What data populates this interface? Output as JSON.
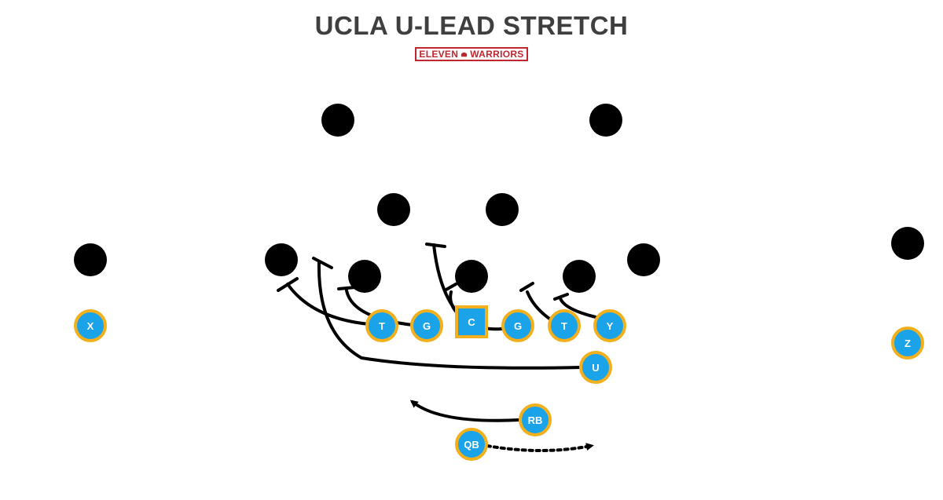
{
  "title": "UCLA U-LEAD STRETCH",
  "brand": {
    "left": "ELEVEN",
    "right": "WARRIORS",
    "color": "#c0262d"
  },
  "colors": {
    "player_fill": "#1aa3e8",
    "player_border": "#f2b01e",
    "defender": "#000000",
    "route": "#000000"
  },
  "offense": [
    {
      "id": "x",
      "label": "X"
    },
    {
      "id": "lt",
      "label": "T"
    },
    {
      "id": "lg",
      "label": "G"
    },
    {
      "id": "c",
      "label": "C",
      "shape": "square"
    },
    {
      "id": "rg",
      "label": "G"
    },
    {
      "id": "rt",
      "label": "T"
    },
    {
      "id": "y",
      "label": "Y"
    },
    {
      "id": "u",
      "label": "U"
    },
    {
      "id": "rb",
      "label": "RB"
    },
    {
      "id": "qb",
      "label": "QB"
    },
    {
      "id": "z",
      "label": "Z"
    }
  ],
  "defense_count": 11
}
